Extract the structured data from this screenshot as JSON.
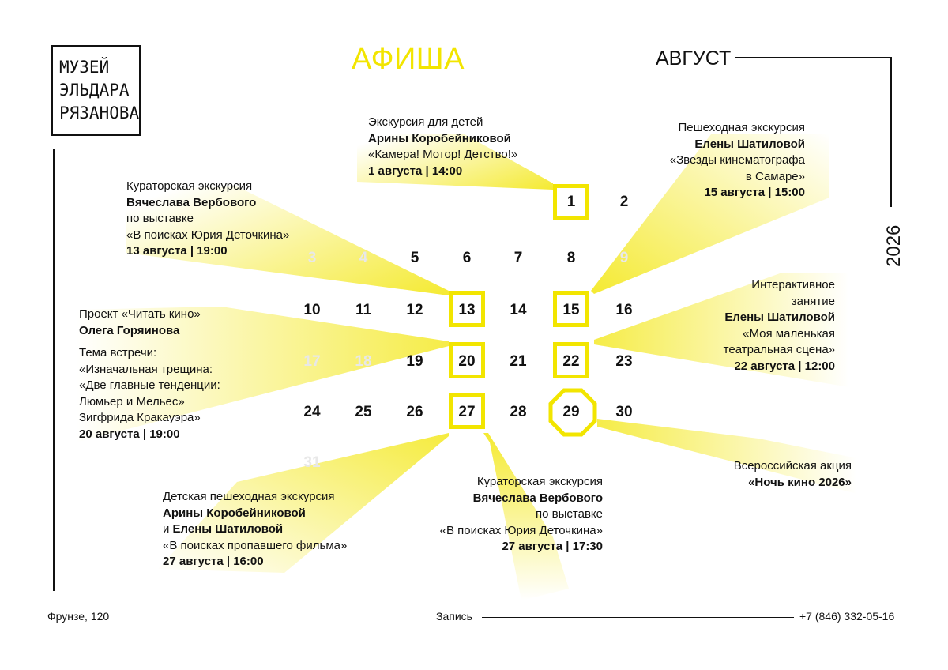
{
  "logo": {
    "lines": [
      "МУЗЕЙ",
      "ЭЛЬДАРА",
      "РЯЗАНОВА"
    ]
  },
  "header": {
    "title": "АФИША",
    "month": "АВГУСТ",
    "year": "2026"
  },
  "colors": {
    "accent": "#f2e500",
    "text": "#111111",
    "faded_day": "#e8e8e8"
  },
  "calendar": {
    "rows": [
      [
        "",
        "",
        "",
        "",
        "",
        "1",
        "2"
      ],
      [
        "3",
        "4",
        "5",
        "6",
        "7",
        "8",
        "9"
      ],
      [
        "10",
        "11",
        "12",
        "13",
        "14",
        "15",
        "16"
      ],
      [
        "17",
        "18",
        "19",
        "20",
        "21",
        "22",
        "23"
      ],
      [
        "24",
        "25",
        "26",
        "27",
        "28",
        "29",
        "30"
      ],
      [
        "31",
        "",
        "",
        "",
        "",
        "",
        ""
      ]
    ],
    "faded_days": [
      "3",
      "4",
      "9",
      "17",
      "18",
      "31"
    ],
    "highlighted_days": [
      "1",
      "13",
      "15",
      "20",
      "22",
      "27"
    ],
    "circled_day": "29"
  },
  "events": {
    "e1": {
      "l1": "Экскурсия для детей",
      "l2": "Арины Коробейниковой",
      "l3": "«Камера! Мотор! Детство!»",
      "date": "1 августа | 14:00"
    },
    "e2": {
      "l1": "Пешеходная экскурсия",
      "l2": "Елены Шатиловой",
      "l3": "«Звезды кинематографа",
      "l4": "в Самаре»",
      "date": "15 августа | 15:00"
    },
    "e3": {
      "l1": "Кураторская экскурсия",
      "l2": "Вячеслава Вербового",
      "l3": "по выставке",
      "l4": "«В поисках Юрия Деточкина»",
      "date": "13 августа | 19:00"
    },
    "e4": {
      "l1": "Проект «Читать кино»",
      "l2": "Олега Горяинова",
      "l3": "Тема встречи:",
      "l4": "«Изначальная трещина:",
      "l5": "«Две главные тенденции:",
      "l6": "Люмьер и Мельес»",
      "l7": "Зигфрида Кракауэра»",
      "date": "20 августа | 19:00"
    },
    "e5": {
      "l1": "Интерактивное",
      "l2": "занятие",
      "l3": "Елены Шатиловой",
      "l4": "«Моя маленькая",
      "l5": "театральная сцена»",
      "date": "22 августа | 12:00"
    },
    "e6": {
      "l1": "Всероссийская акция",
      "l2": "«Ночь кино 2026»"
    },
    "e7": {
      "l1": "Детская пешеходная экскурсия",
      "l2": "Арины Коробейниковой",
      "l3a": "и ",
      "l3b": "Елены Шатиловой",
      "l4": "«В поисках пропавшего фильма»",
      "date": "27 августа | 16:00"
    },
    "e8": {
      "l1": "Кураторская экскурсия",
      "l2": "Вячеслава Вербового",
      "l3": "по выставке",
      "l4": "«В поисках Юрия Деточкина»",
      "date": "27 августа | 17:30"
    }
  },
  "footer": {
    "address": "Фрунзе, 120",
    "signup": "Запись",
    "phone": "+7 (846) 332-05-16"
  }
}
